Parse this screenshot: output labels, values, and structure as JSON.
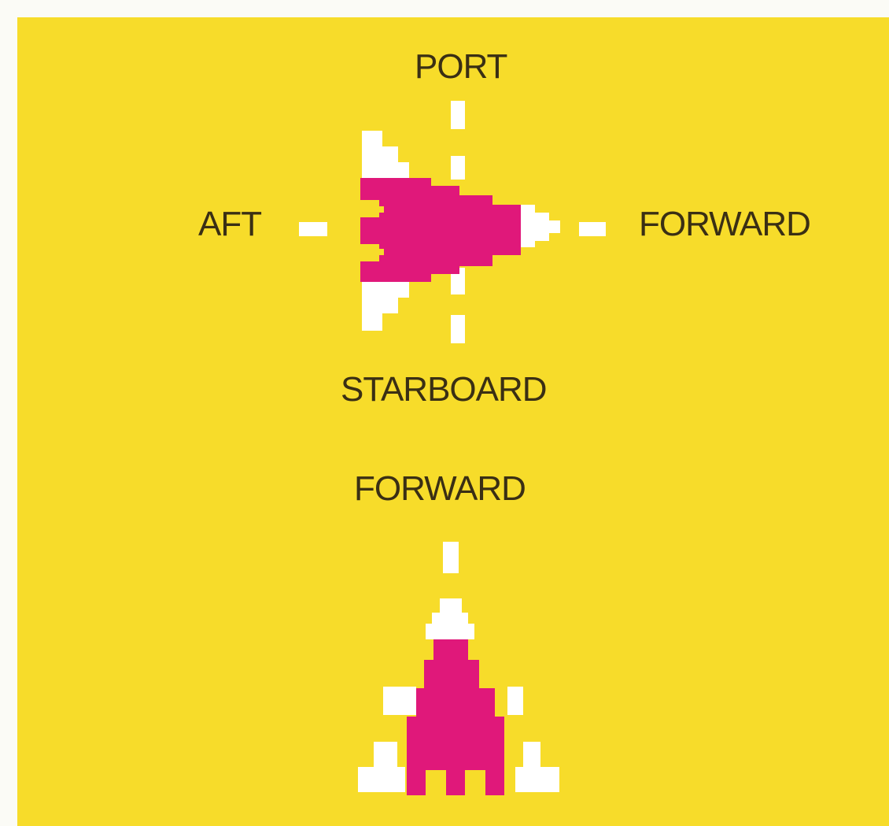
{
  "diagram": {
    "labels": {
      "port": "PORT",
      "aft": "AFT",
      "forward_side": "FORWARD",
      "starboard": "STARBOARD",
      "forward_top": "FORWARD"
    },
    "colors": {
      "background": "#f7dc2a",
      "border": "#fbfbf6",
      "ship_body": "#e0187a",
      "ship_detail": "#ffffff",
      "text": "#3a2f14"
    },
    "icons": {
      "side_view": "ship-side-view-icon",
      "top_view": "ship-top-view-icon"
    }
  }
}
